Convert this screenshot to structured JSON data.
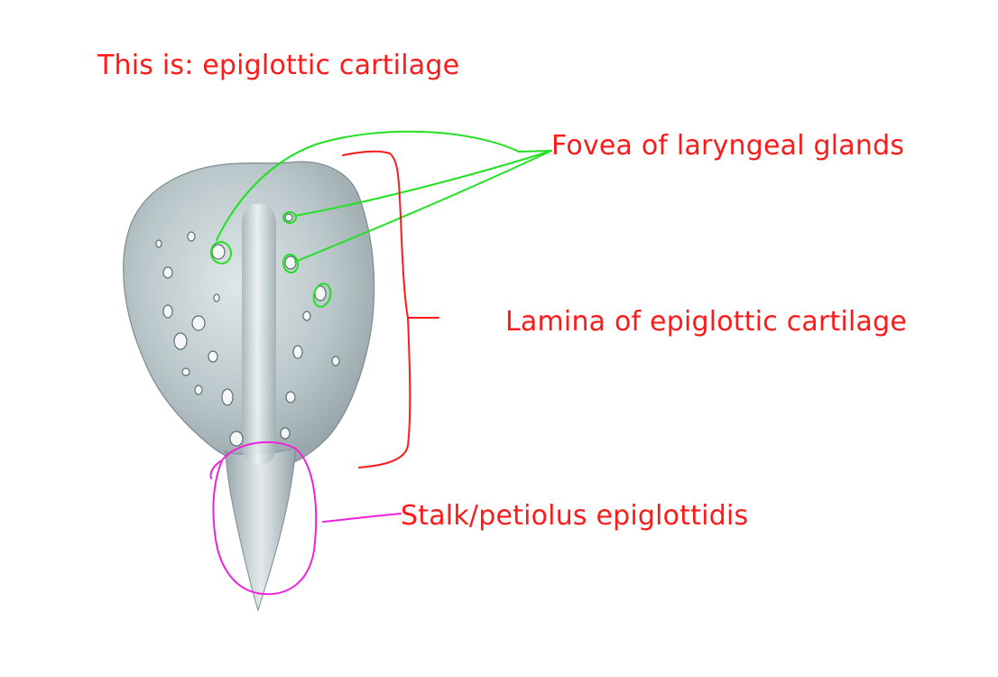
{
  "title": "This is: epiglottic cartilage",
  "labels": {
    "fovea": "Fovea of laryngeal glands",
    "lamina": "Lamina of epiglottic cartilage",
    "stalk": "Stalk/petiolus epiglottidis"
  },
  "colors": {
    "label_text": "#ff1a1a",
    "fovea_pointer": "#22e022",
    "lamina_bracket": "#ff1a1a",
    "stalk_pointer": "#ee22dd",
    "cartilage_fill": "#b9c6c9",
    "background": "#ffffff"
  }
}
